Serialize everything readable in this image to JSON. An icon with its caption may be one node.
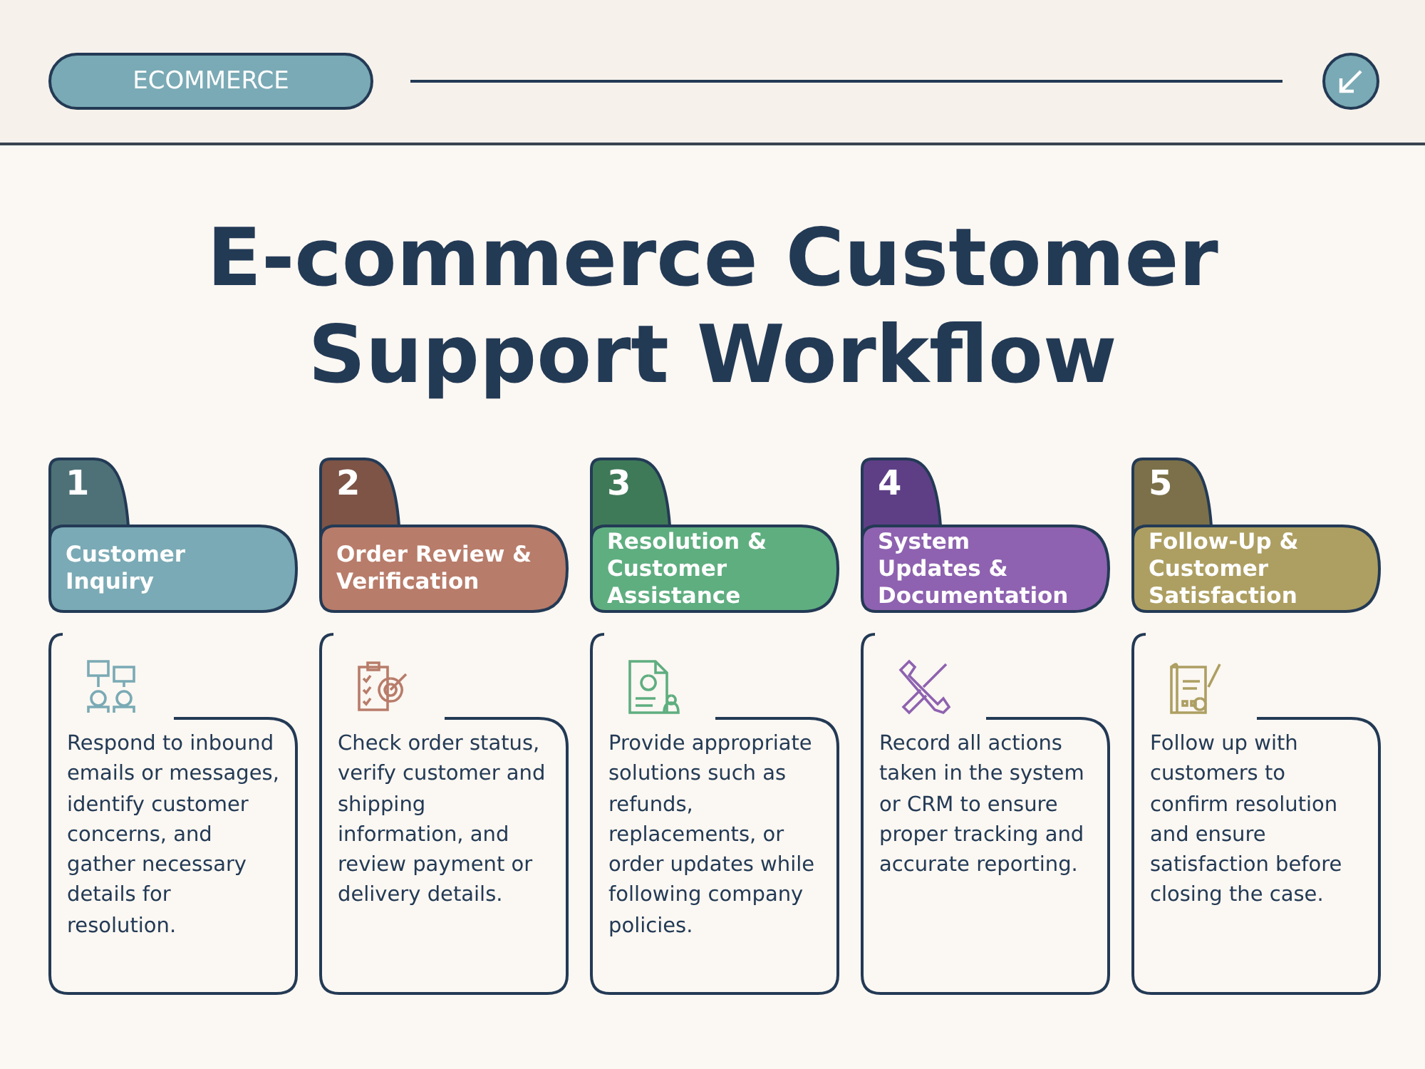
{
  "diagram": {
    "title": "E-commerce Customer Support Workflow",
    "nodes": [
      {
        "text": [
          "ECOMMERCE"
        ]
      },
      {
        "text": [
          "1",
          "Customer Inquiry"
        ]
      },
      {
        "text": [
          "Respond to inbound emails or messages, identify customer concerns, and gather necessary details for resolution."
        ]
      },
      {
        "text": [
          "2",
          "Order Review & Verification"
        ]
      },
      {
        "text": [
          "Check order status, verify customer and shipping information, and review payment or delivery details."
        ]
      },
      {
        "text": [
          "3",
          "Resolution & Customer Assistance"
        ]
      },
      {
        "text": [
          "Provide appropriate solutions such as refunds, replacements, or order updates while following company policies."
        ]
      },
      {
        "text": [
          "4",
          "System Updates & Documentation"
        ]
      },
      {
        "text": [
          "Record all actions taken in the system or CRM to ensure proper tracking and accurate reporting."
        ]
      },
      {
        "text": [
          "5",
          "Follow-Up & Customer Satisfaction"
        ]
      },
      {
        "text": [
          "Follow up with customers to confirm resolution and ensure satisfaction before closing the case."
        ]
      }
    ],
    "edges": []
  }
}
